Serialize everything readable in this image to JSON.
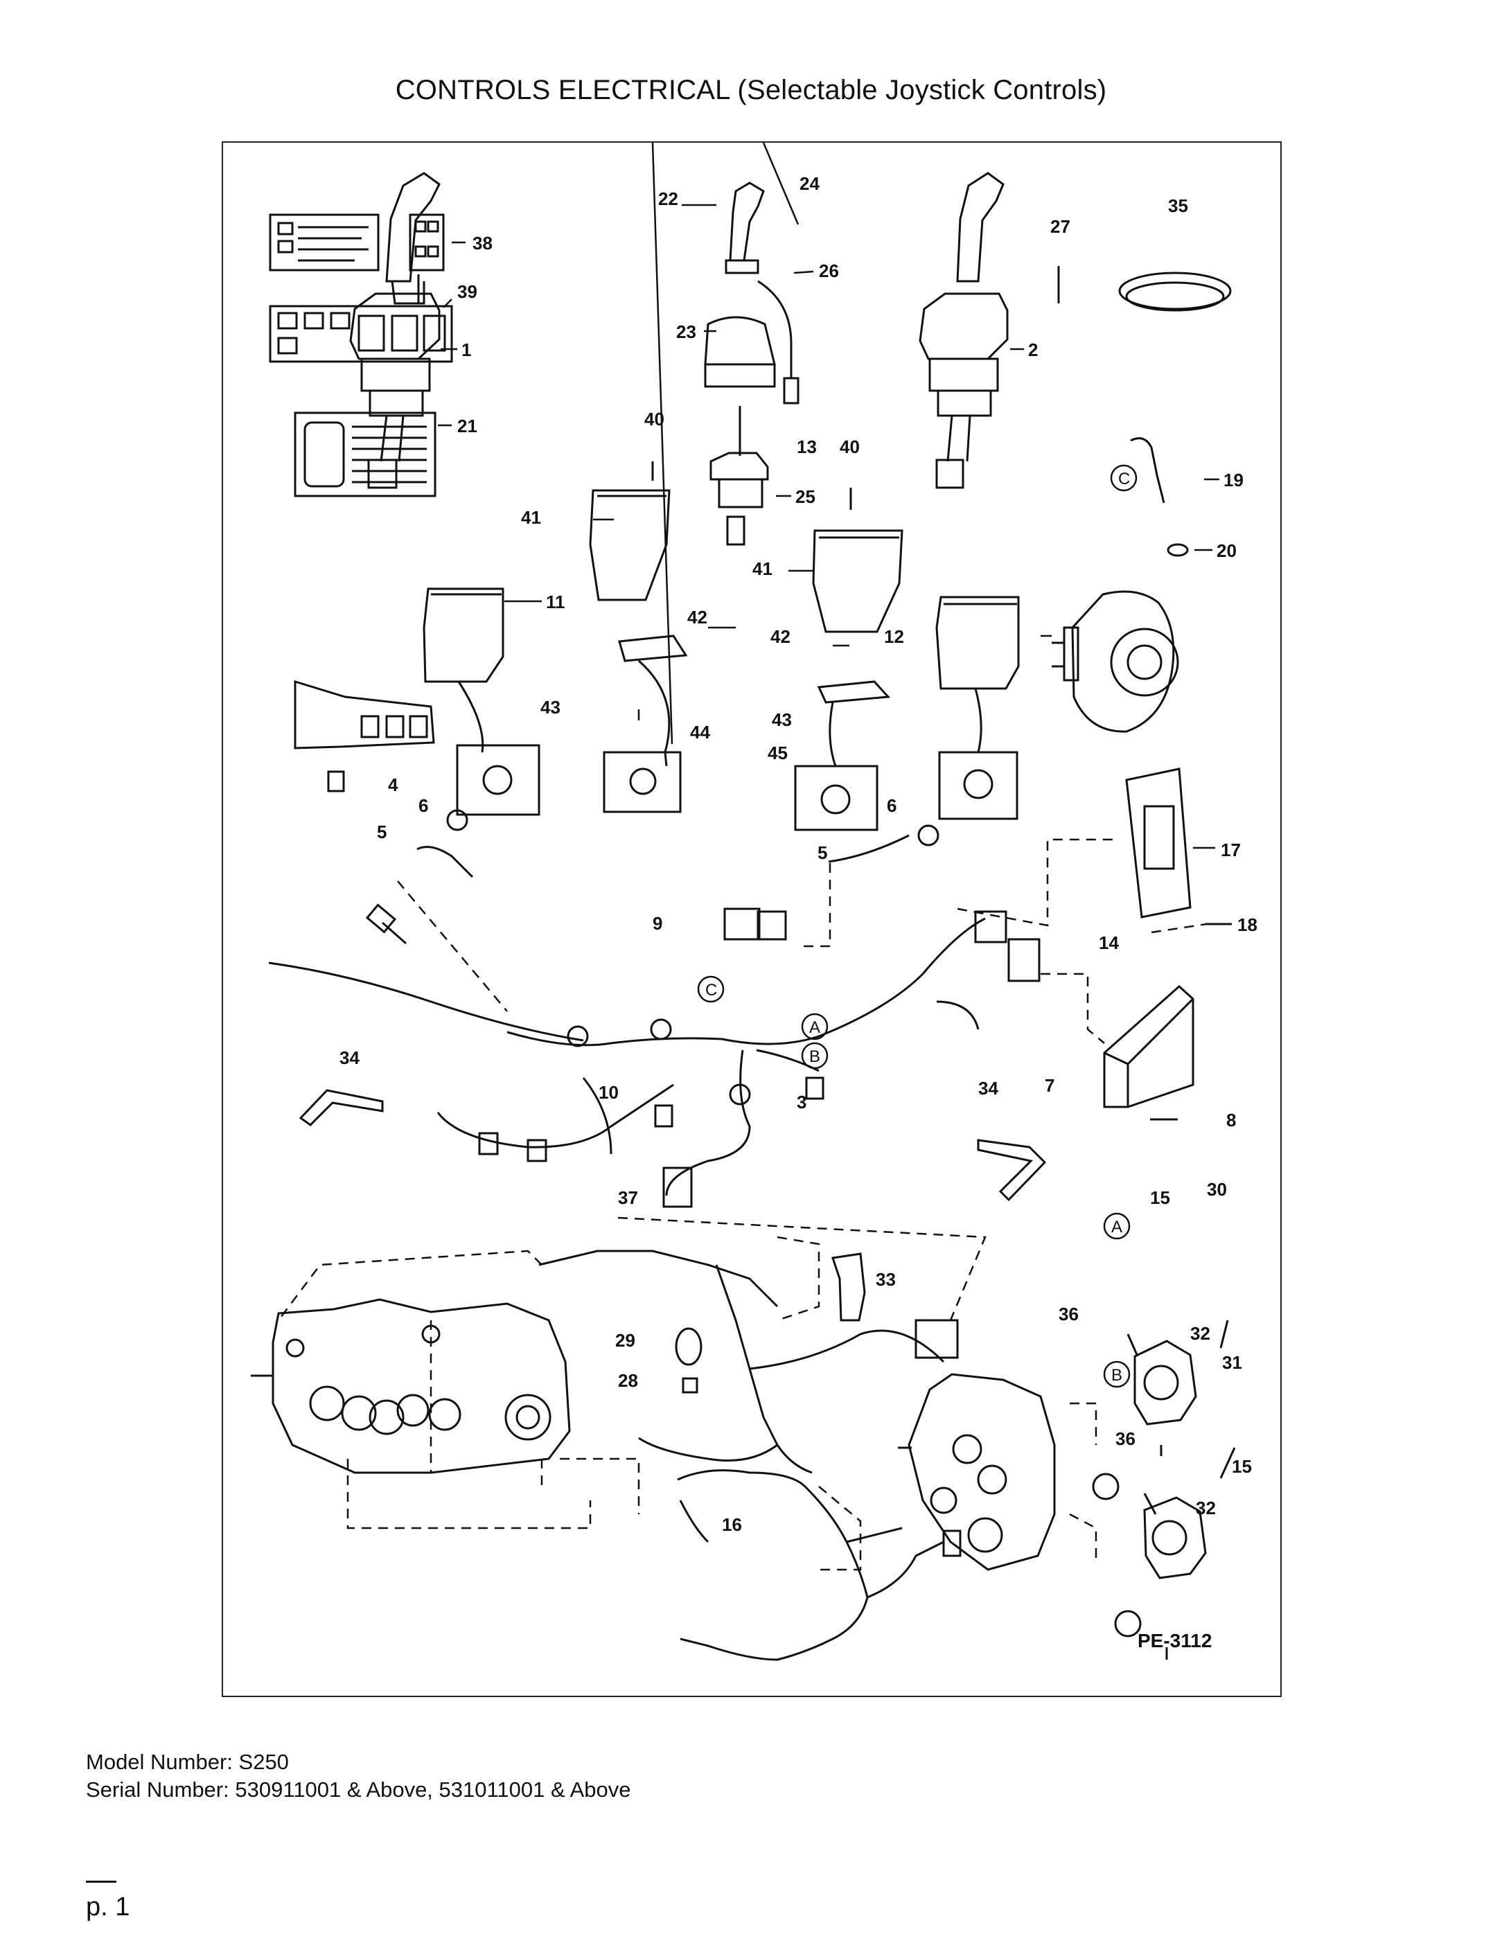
{
  "title": "CONTROLS ELECTRICAL (Selectable Joystick Controls)",
  "diagram_ref": "PE-3112",
  "callouts": [
    "1",
    "2",
    "3",
    "4",
    "5",
    "6",
    "7",
    "8",
    "9",
    "10",
    "11",
    "12",
    "13",
    "14",
    "15",
    "16",
    "17",
    "18",
    "19",
    "20",
    "21",
    "22",
    "23",
    "24",
    "25",
    "26",
    "27",
    "28",
    "29",
    "30",
    "31",
    "32",
    "33",
    "34",
    "35",
    "36",
    "37",
    "38",
    "39",
    "40",
    "41",
    "42",
    "43",
    "44",
    "45"
  ],
  "connector_letters": [
    "A",
    "B",
    "C"
  ],
  "footer": {
    "model": "Model Number: S250",
    "serial": "Serial Number: 530911001 & Above, 531011001 & Above",
    "page": "p. 1"
  }
}
